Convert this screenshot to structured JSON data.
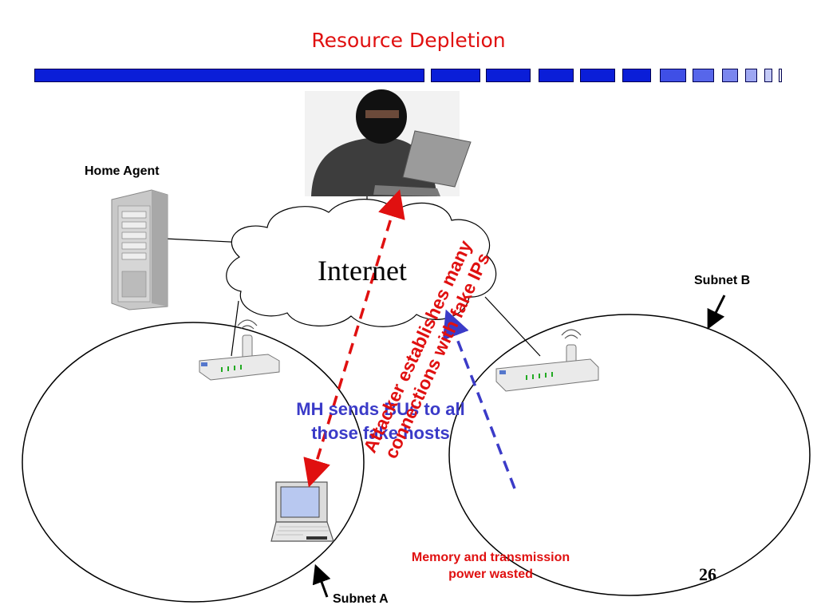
{
  "title": "Resource Depletion",
  "labels": {
    "home_agent": "Home Agent",
    "internet": "Internet",
    "subnet_a": "Subnet A",
    "subnet_b": "Subnet B",
    "mh_sends_line1": "MH sends BUs to all",
    "mh_sends_line2": "those fake hosts",
    "attacker_line1": "Attacker establishes many",
    "attacker_line2": "connections with fake IPs",
    "memory_line1": "Memory and transmission",
    "memory_line2": "power wasted",
    "page_number": "26"
  },
  "colors": {
    "title": "#e01010",
    "title_bar": "#0a1ed8",
    "attack_arrow": "#e01010",
    "bu_arrow": "#3b3bc8"
  },
  "icons": [
    "attacker-photo",
    "server-icon",
    "wireless-router-icon",
    "laptop-icon",
    "cloud"
  ]
}
